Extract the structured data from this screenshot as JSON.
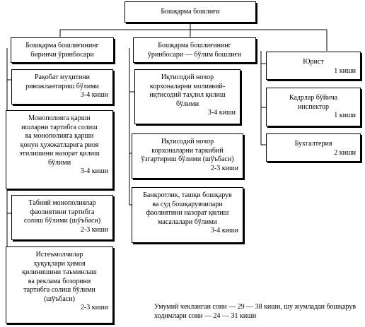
{
  "root": {
    "title": "Бошқарма бошлиғи"
  },
  "left": {
    "header": [
      "Бошқарма бошлиғининг",
      "биринчи ўринбосари"
    ],
    "units": [
      {
        "lines": [
          "Рақобат муҳитини",
          "ривожлантириш бўлими"
        ],
        "staff": "3-4 киши"
      },
      {
        "lines": [
          "Монополияга қарши",
          "ишларни тартибга солиш",
          "ва монополияга қарши",
          "қонун ҳужжатларига риоя",
          "этилишини назорат қилиш",
          "бўлими"
        ],
        "staff": "3-4 киши"
      },
      {
        "lines": [
          "Табиий монополиялар",
          "фаолиятини тартибга",
          "солиш бўлими (шўъбаси)"
        ],
        "staff": "2-3 киши"
      },
      {
        "lines": [
          "Истеъмолчилар",
          "ҳуқуқлари ҳимоя",
          "қилинишини таъминлаш",
          "ва реклама бозорини",
          "тартибга солиш бўлими",
          "(шўъбаси)"
        ],
        "staff": "2-3 киши"
      }
    ]
  },
  "middle": {
    "header": [
      "Бошқарма бошлиғининг",
      "ўринбосари — бўлим бошлиғи"
    ],
    "units": [
      {
        "lines": [
          "Иқтисодий ночор",
          "корхоналарни молиявий-",
          "иқтисодий таҳлил қилиш",
          "бўлими"
        ],
        "staff": "3-4 киши"
      },
      {
        "lines": [
          "Иқтисодий ночор",
          "корхоналарни таркибий",
          "ўзгартириш бўлими (шўъбаси)"
        ],
        "staff": "2-3 киши"
      },
      {
        "lines": [
          "Банкротлик, ташқи бошқарув",
          "ва суд бошқарувчилари",
          "фаолиятини назорат қилиш",
          "масалалари бўлими"
        ],
        "staff": "3-4 киши"
      }
    ]
  },
  "right": {
    "units": [
      {
        "lines": [
          "Юрист"
        ],
        "staff": "1 киши"
      },
      {
        "lines": [
          "Кадрлар бўйича",
          "инспектор"
        ],
        "staff": "1 киши"
      },
      {
        "lines": [
          "Бухгалтерия"
        ],
        "staff": "2 киши"
      }
    ]
  },
  "footer": {
    "line1": "Умумий чекланган сони — 29 — 38 киши,",
    "line2": "шу жумладан бошқарув ходимлари сони — 24 — 31 киши"
  }
}
